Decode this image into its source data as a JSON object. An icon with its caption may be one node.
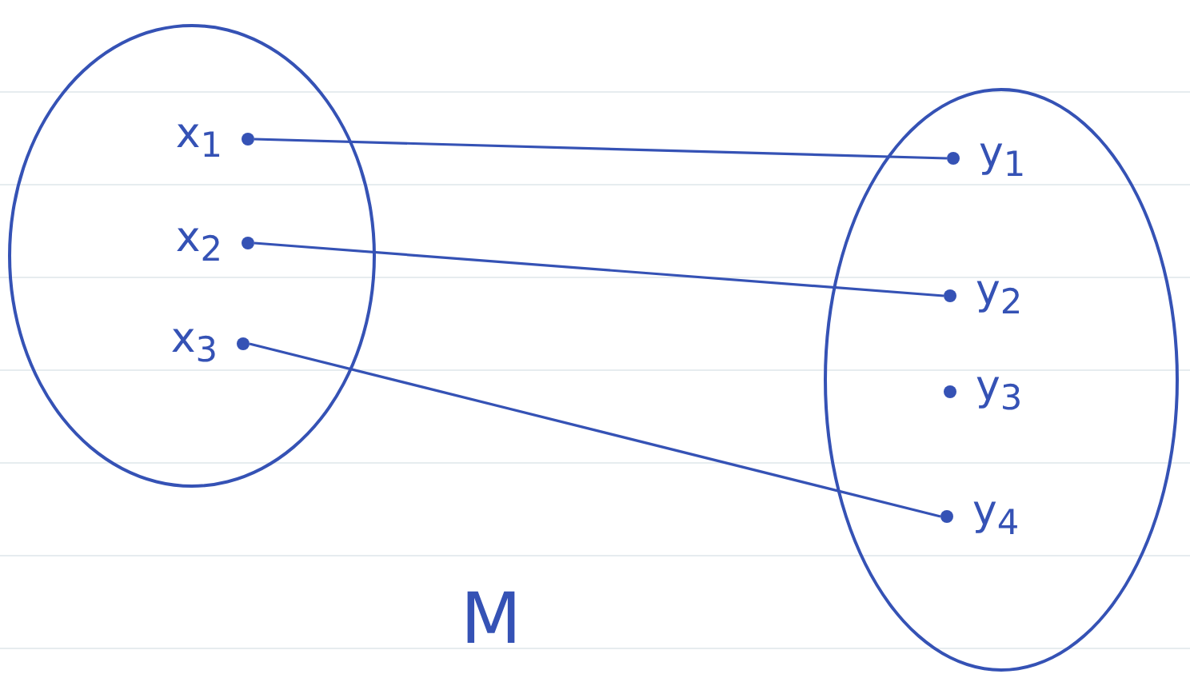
{
  "diagram": {
    "nodes": [
      {
        "text": [],
        "shape": "circle"
      },
      {
        "text": [
          "x$_{1}$"
        ],
        "in": 0
      },
      {
        "text": [
          "x$_{2}$"
        ],
        "in": 0
      },
      {
        "text": [
          "x$_{3}$"
        ],
        "in": 0
      },
      {
        "text": [],
        "shape": "circle"
      },
      {
        "text": [
          "y$_{1}$"
        ],
        "in": 4
      },
      {
        "text": [
          "y$_{2}$"
        ],
        "in": 4
      },
      {
        "text": [
          "y$_{3}$"
        ],
        "in": 4
      },
      {
        "text": [
          "y$_{4}$"
        ],
        "in": 4
      }
    ],
    "edges": [
      {
        "from": 1,
        "to": 5,
        "arrow": "none"
      },
      {
        "from": 2,
        "to": 6,
        "arrow": "none"
      },
      {
        "from": 3,
        "to": 8,
        "arrow": "none"
      }
    ],
    "labels": [
      "M"
    ]
  }
}
